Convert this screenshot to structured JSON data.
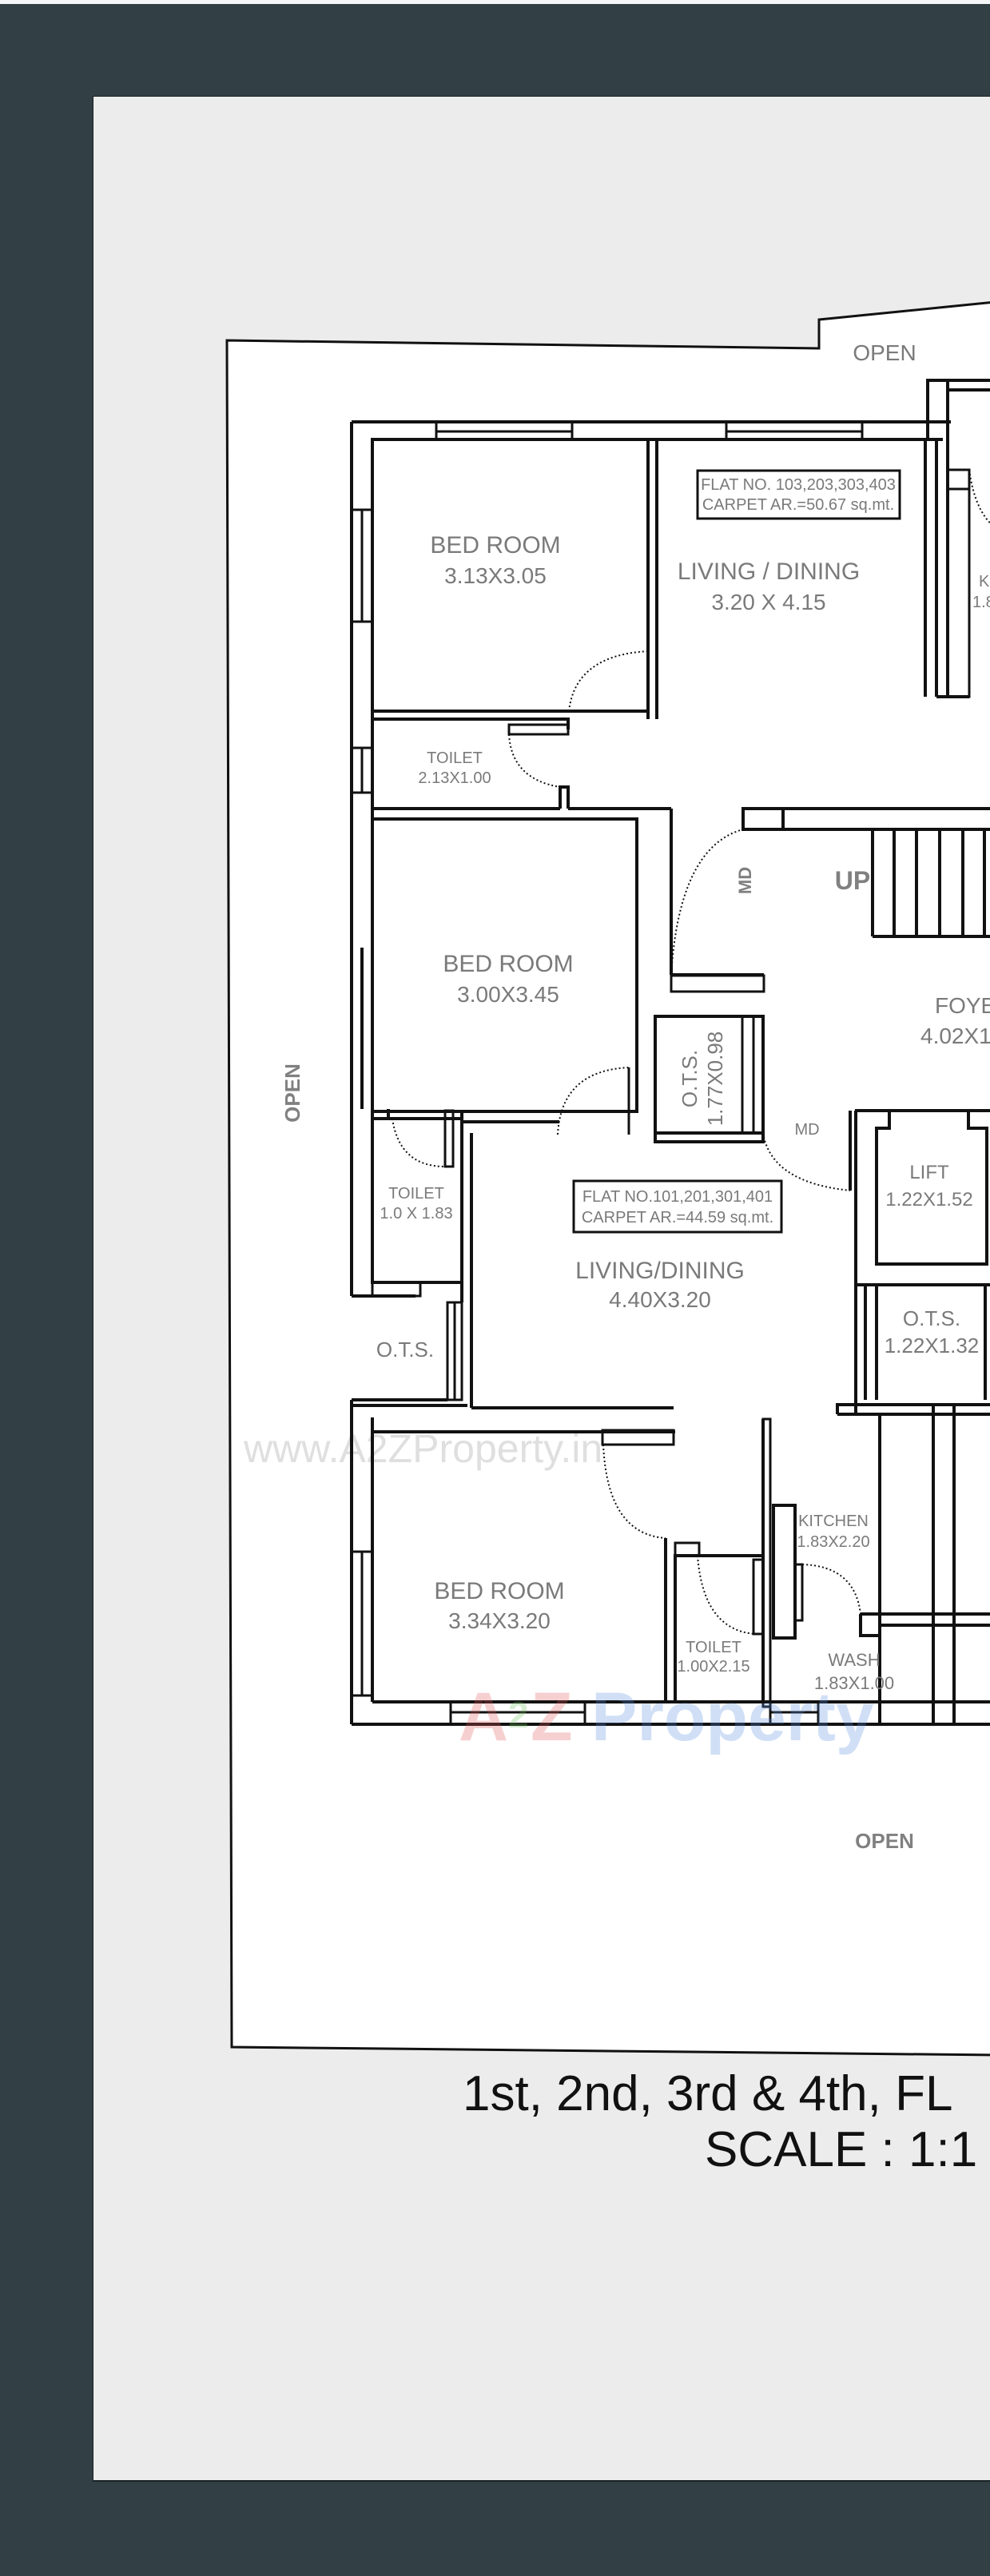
{
  "frame": {
    "background": "#323f45",
    "panel": "#ececec"
  },
  "plan": {
    "open_labels": {
      "top": "OPEN",
      "left": "OPEN",
      "bottom": "OPEN"
    },
    "flat_tags": [
      {
        "line1": "FLAT NO. 103,203,303,403",
        "line2": "CARPET AR.=50.67 sq.mt."
      },
      {
        "line1": "FLAT NO.101,201,301,401",
        "line2": "CARPET AR.=44.59 sq.mt."
      }
    ],
    "rooms": [
      {
        "name": "BED ROOM",
        "dims": "3.13X3.05"
      },
      {
        "name": "LIVING / DINING",
        "dims": "3.20 X 4.15"
      },
      {
        "name": "TOILET",
        "dims": "2.13X1.00"
      },
      {
        "name": "BED ROOM",
        "dims": "3.00X3.45"
      },
      {
        "name": "O.T.S.",
        "dims": "1.77X0.98"
      },
      {
        "name": "TOILET",
        "dims": "1.0 X 1.83"
      },
      {
        "name": "LIVING/DINING",
        "dims": "4.40X3.20"
      },
      {
        "name": "BED ROOM",
        "dims": "3.34X3.20"
      },
      {
        "name": "TOILET",
        "dims": "1.00X2.15"
      },
      {
        "name": "KITCHEN",
        "dims": "1.83X2.20"
      },
      {
        "name": "WASH",
        "dims": "1.83X1.00"
      },
      {
        "name": "LIFT",
        "dims": "1.22X1.52"
      },
      {
        "name": "O.T.S.",
        "dims": "1.22X1.32"
      },
      {
        "name": "FOYE",
        "dims": "4.02X1"
      },
      {
        "name": "K",
        "dims": "1.8"
      }
    ],
    "ots_left": "O.T.S.",
    "stairs_label": "UP",
    "main_door_labels": [
      "MD",
      "MD"
    ],
    "watermark_url": "www.A2ZProperty.in",
    "watermark_logo": {
      "a": "A",
      "two": "2",
      "z": "Z",
      "rest": "Property"
    }
  },
  "title": {
    "line1": "1st, 2nd, 3rd & 4th, FL",
    "line2": "SCALE : 1:1"
  }
}
